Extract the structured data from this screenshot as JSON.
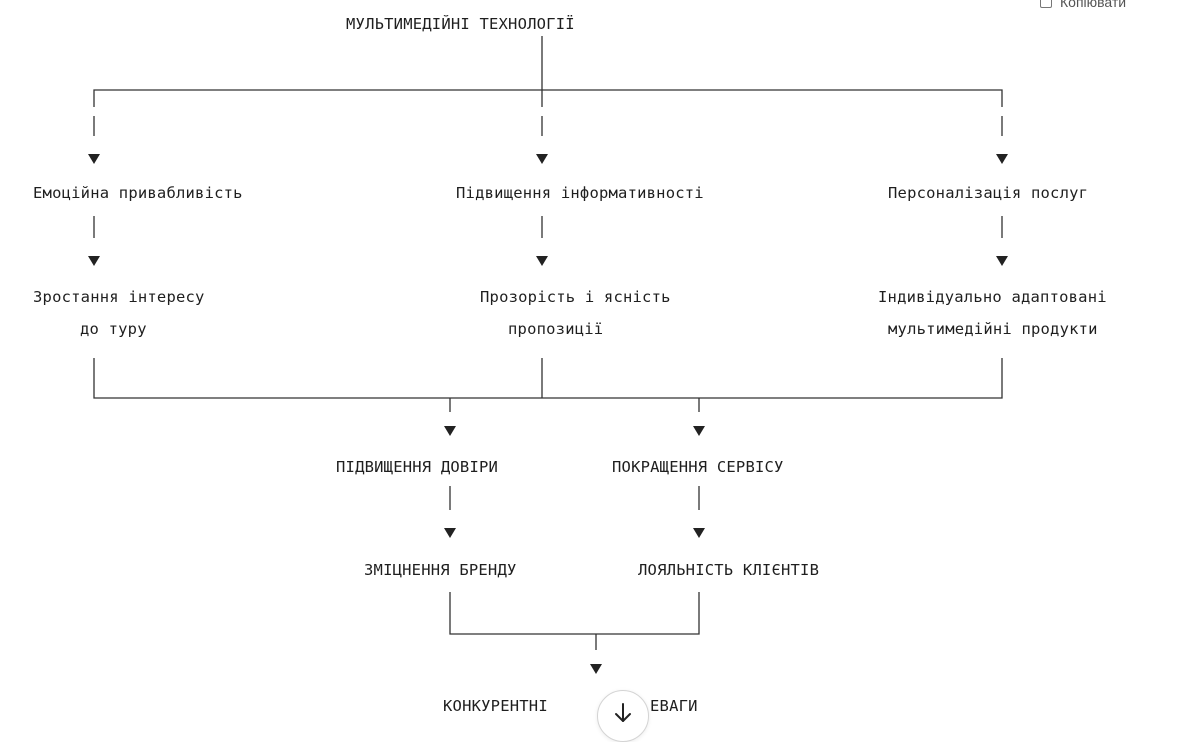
{
  "root": {
    "label": "МУЛЬТИМЕДІЙНІ ТЕХНОЛОГІЇ"
  },
  "branches": [
    {
      "title": "Емоційна привабливість",
      "outcome_line1": "Зростання інтересу",
      "outcome_line2": "до туру"
    },
    {
      "title": "Підвищення інформативності",
      "outcome_line1": "Прозорість і ясність",
      "outcome_line2": "пропозиції"
    },
    {
      "title": "Персоналізація послуг",
      "outcome_line1": "Індивідуально адаптовані",
      "outcome_line2": "мультимедійні продукти"
    }
  ],
  "middle": {
    "left": {
      "label": "ПІДВИЩЕННЯ ДОВІРИ",
      "result": "ЗМІЦНЕННЯ БРЕНДУ"
    },
    "right": {
      "label": "ПОКРАЩЕННЯ СЕРВІСУ",
      "result": "ЛОЯЛЬНІСТЬ КЛІЄНТІВ"
    }
  },
  "final": {
    "label_left": "КОНКУРЕНТНІ ",
    "label_right": "ЕВАГИ"
  },
  "ui": {
    "copy_label": "Копіювати",
    "copy_icon": "copy-icon",
    "scroll_icon": "arrow-down-icon"
  }
}
